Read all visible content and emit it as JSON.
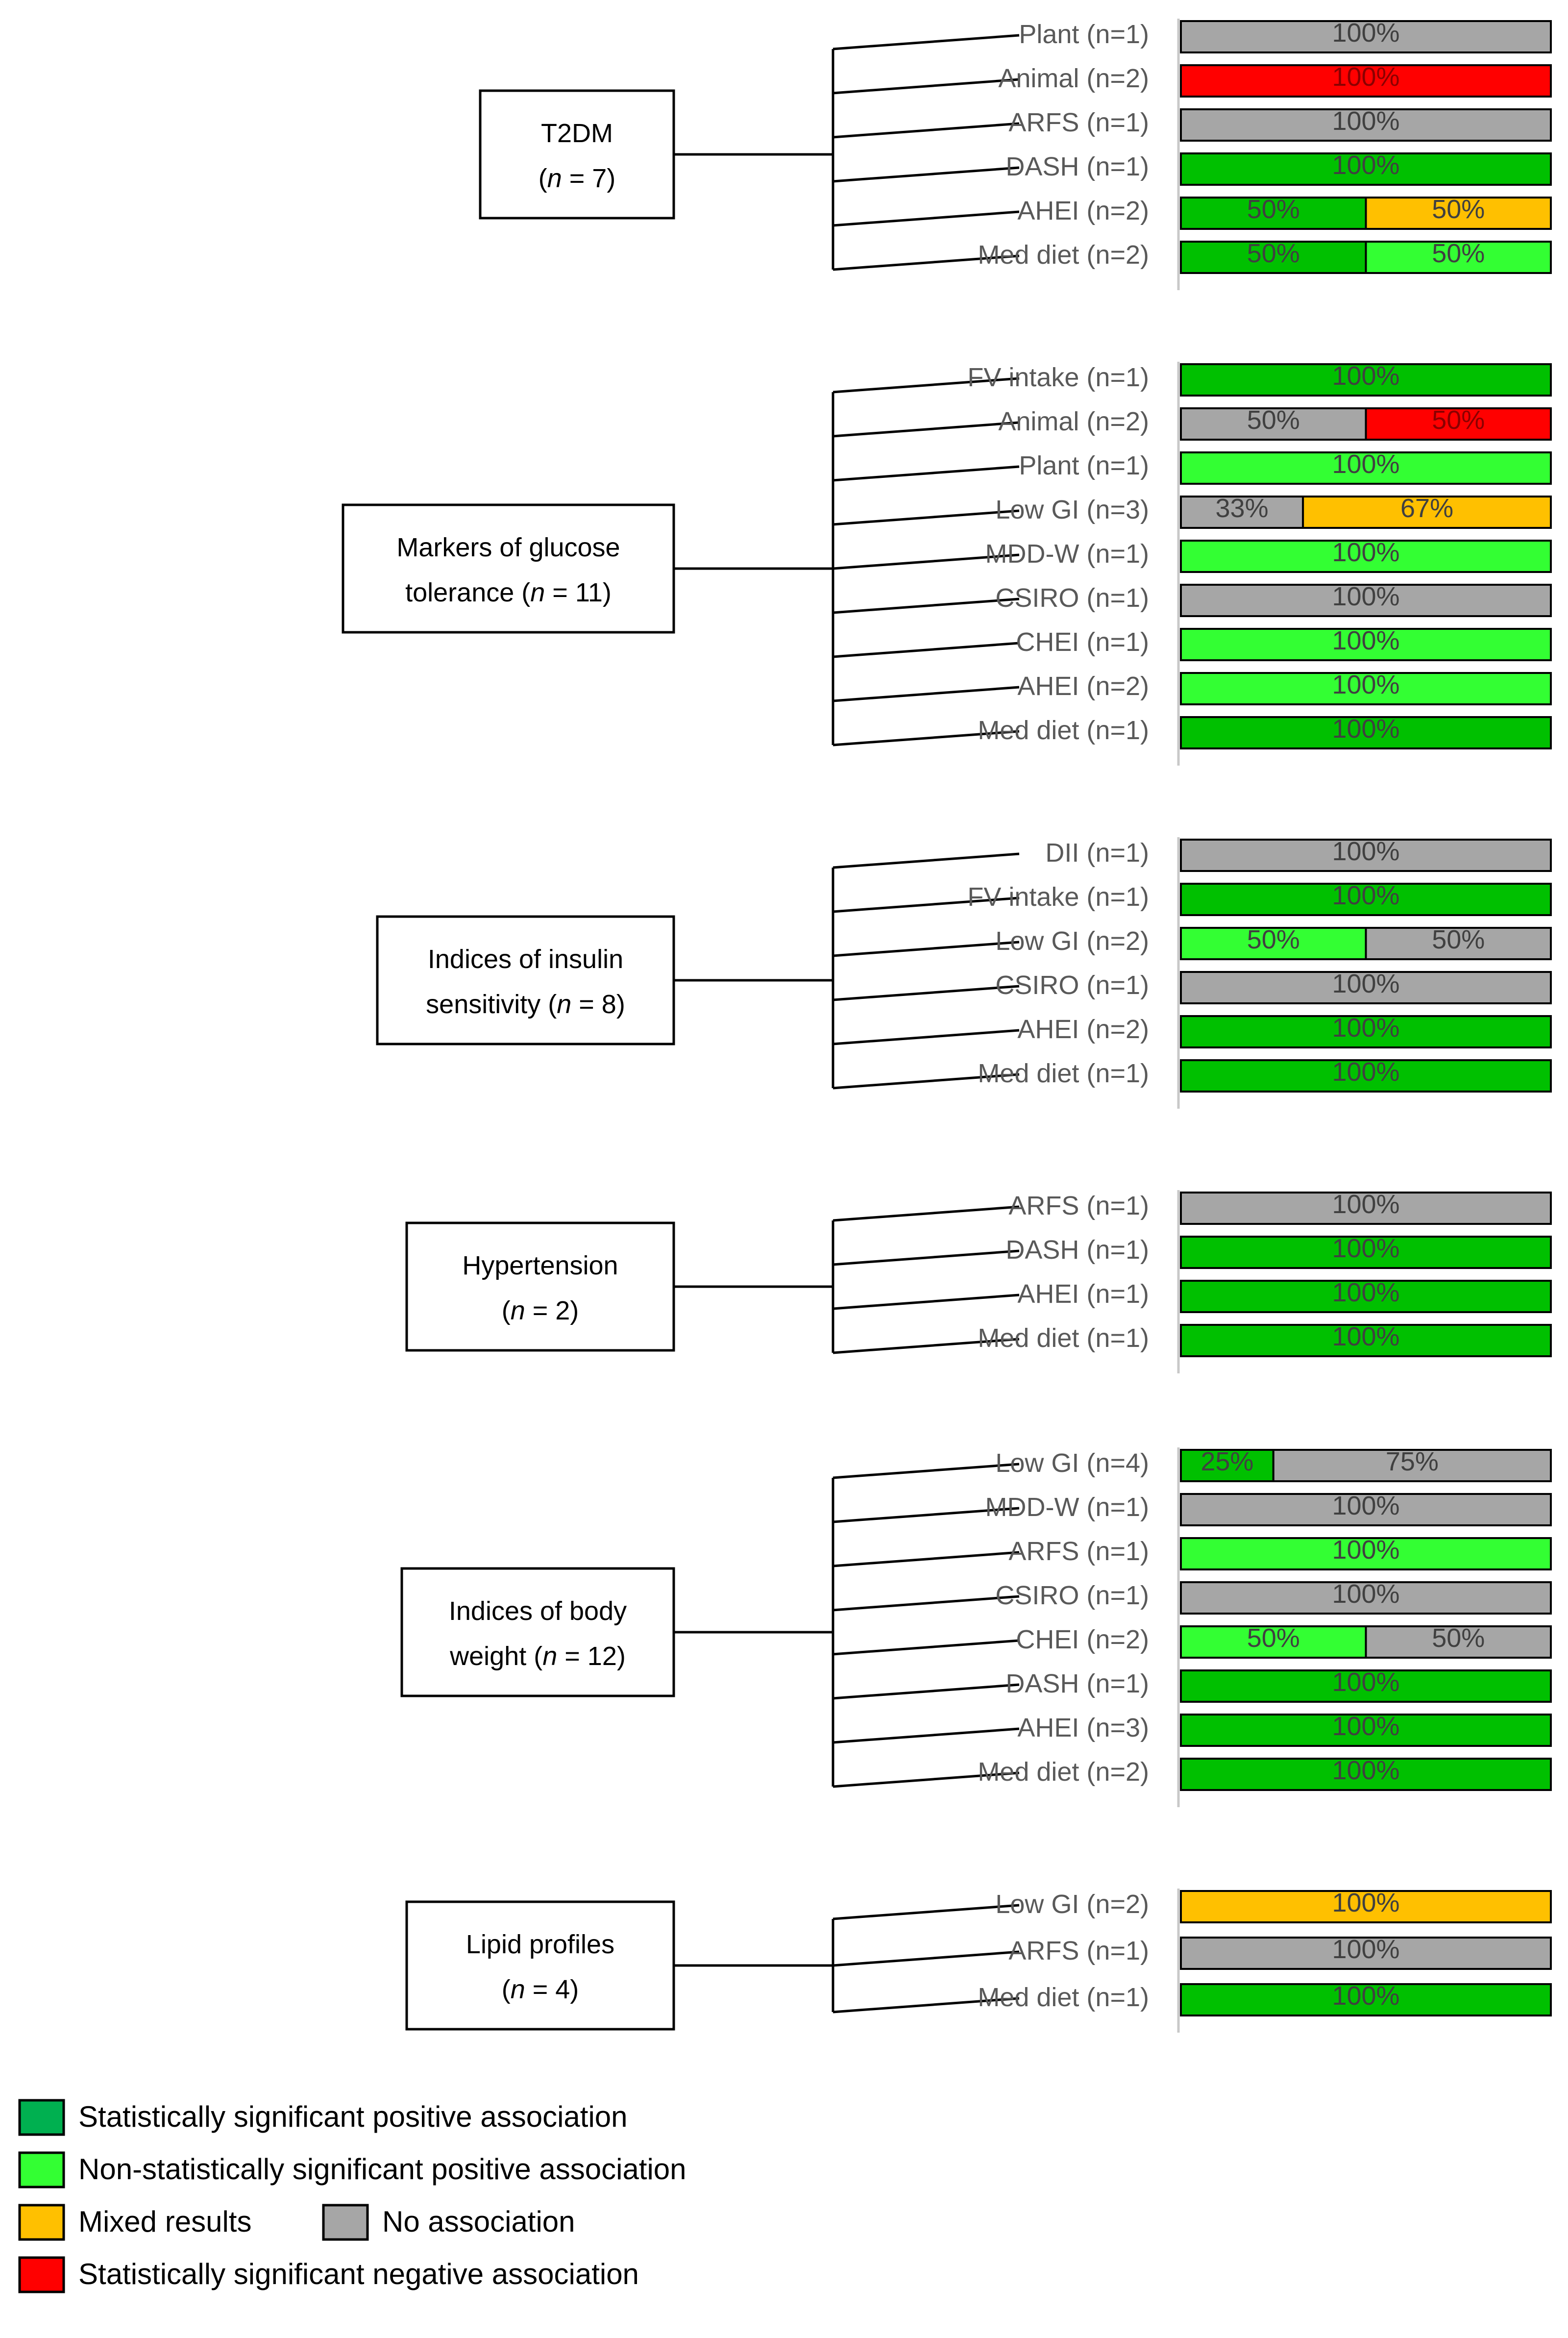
{
  "colors": {
    "sig_pos": "#00c000",
    "nonsig_pos": "#33ff33",
    "mixed": "#ffc000",
    "none": "#a6a6a6",
    "sig_neg": "#ff0000",
    "legend_sig_pos": "#00b050"
  },
  "groups": [
    {
      "label_lines": [
        "T2DM",
        "(n = 7)"
      ],
      "rows": [
        {
          "label": "Plant (n=1)",
          "segments": [
            {
              "v": "100%",
              "c": "none"
            }
          ]
        },
        {
          "label": "Animal (n=2)",
          "segments": [
            {
              "v": "100%",
              "c": "sig_neg"
            }
          ]
        },
        {
          "label": "ARFS (n=1)",
          "segments": [
            {
              "v": "100%",
              "c": "none"
            }
          ]
        },
        {
          "label": "DASH (n=1)",
          "segments": [
            {
              "v": "100%",
              "c": "sig_pos"
            }
          ]
        },
        {
          "label": "AHEI (n=2)",
          "segments": [
            {
              "v": "50%",
              "c": "sig_pos"
            },
            {
              "v": "50%",
              "c": "mixed"
            }
          ]
        },
        {
          "label": "Med diet (n=2)",
          "segments": [
            {
              "v": "50%",
              "c": "sig_pos"
            },
            {
              "v": "50%",
              "c": "nonsig_pos"
            }
          ]
        }
      ]
    },
    {
      "label_lines": [
        "Markers of glucose",
        "tolerance (n = 11)"
      ],
      "rows": [
        {
          "label": "FV intake (n=1)",
          "segments": [
            {
              "v": "100%",
              "c": "sig_pos"
            }
          ]
        },
        {
          "label": "Animal (n=2)",
          "segments": [
            {
              "v": "50%",
              "c": "none"
            },
            {
              "v": "50%",
              "c": "sig_neg"
            }
          ]
        },
        {
          "label": "Plant (n=1)",
          "segments": [
            {
              "v": "100%",
              "c": "nonsig_pos"
            }
          ]
        },
        {
          "label": "Low GI (n=3)",
          "segments": [
            {
              "v": "33%",
              "c": "none"
            },
            {
              "v": "67%",
              "c": "mixed"
            }
          ]
        },
        {
          "label": "MDD-W (n=1)",
          "segments": [
            {
              "v": "100%",
              "c": "nonsig_pos"
            }
          ]
        },
        {
          "label": "CSIRO (n=1)",
          "segments": [
            {
              "v": "100%",
              "c": "none"
            }
          ]
        },
        {
          "label": "CHEI (n=1)",
          "segments": [
            {
              "v": "100%",
              "c": "nonsig_pos"
            }
          ]
        },
        {
          "label": "AHEI (n=2)",
          "segments": [
            {
              "v": "100%",
              "c": "nonsig_pos"
            }
          ]
        },
        {
          "label": "Med diet (n=1)",
          "segments": [
            {
              "v": "100%",
              "c": "sig_pos"
            }
          ]
        }
      ]
    },
    {
      "label_lines": [
        "Indices of insulin",
        "sensitivity (n = 8)"
      ],
      "rows": [
        {
          "label": "DII (n=1)",
          "segments": [
            {
              "v": "100%",
              "c": "none"
            }
          ]
        },
        {
          "label": "FV intake (n=1)",
          "segments": [
            {
              "v": "100%",
              "c": "sig_pos"
            }
          ]
        },
        {
          "label": "Low GI (n=2)",
          "segments": [
            {
              "v": "50%",
              "c": "nonsig_pos"
            },
            {
              "v": "50%",
              "c": "none"
            }
          ]
        },
        {
          "label": "CSIRO (n=1)",
          "segments": [
            {
              "v": "100%",
              "c": "none"
            }
          ]
        },
        {
          "label": "AHEI (n=2)",
          "segments": [
            {
              "v": "100%",
              "c": "sig_pos"
            }
          ]
        },
        {
          "label": "Med diet (n=1)",
          "segments": [
            {
              "v": "100%",
              "c": "sig_pos"
            }
          ]
        }
      ]
    },
    {
      "label_lines": [
        "Hypertension",
        "(n = 2)"
      ],
      "rows": [
        {
          "label": "ARFS (n=1)",
          "segments": [
            {
              "v": "100%",
              "c": "none"
            }
          ]
        },
        {
          "label": "DASH (n=1)",
          "segments": [
            {
              "v": "100%",
              "c": "sig_pos"
            }
          ]
        },
        {
          "label": "AHEI (n=1)",
          "segments": [
            {
              "v": "100%",
              "c": "sig_pos"
            }
          ]
        },
        {
          "label": "Med diet (n=1)",
          "segments": [
            {
              "v": "100%",
              "c": "sig_pos"
            }
          ]
        }
      ]
    },
    {
      "label_lines": [
        "Indices of body",
        "weight (n = 12)"
      ],
      "rows": [
        {
          "label": "Low GI (n=4)",
          "segments": [
            {
              "v": "25%",
              "c": "sig_pos"
            },
            {
              "v": "75%",
              "c": "none"
            }
          ]
        },
        {
          "label": "MDD-W (n=1)",
          "segments": [
            {
              "v": "100%",
              "c": "none"
            }
          ]
        },
        {
          "label": "ARFS (n=1)",
          "segments": [
            {
              "v": "100%",
              "c": "nonsig_pos"
            }
          ]
        },
        {
          "label": "CSIRO (n=1)",
          "segments": [
            {
              "v": "100%",
              "c": "none"
            }
          ]
        },
        {
          "label": "CHEI (n=2)",
          "segments": [
            {
              "v": "50%",
              "c": "nonsig_pos"
            },
            {
              "v": "50%",
              "c": "none"
            }
          ]
        },
        {
          "label": "DASH (n=1)",
          "segments": [
            {
              "v": "100%",
              "c": "sig_pos"
            }
          ]
        },
        {
          "label": "AHEI (n=3)",
          "segments": [
            {
              "v": "100%",
              "c": "sig_pos"
            }
          ]
        },
        {
          "label": "Med diet (n=2)",
          "segments": [
            {
              "v": "100%",
              "c": "sig_pos"
            }
          ]
        }
      ]
    },
    {
      "label_lines": [
        "Lipid profiles",
        "(n = 4)"
      ],
      "rows": [
        {
          "label": "Low GI (n=2)",
          "segments": [
            {
              "v": "100%",
              "c": "mixed"
            }
          ]
        },
        {
          "label": "ARFS (n=1)",
          "segments": [
            {
              "v": "100%",
              "c": "none"
            }
          ]
        },
        {
          "label": "Med diet (n=1)",
          "segments": [
            {
              "v": "100%",
              "c": "sig_pos"
            }
          ]
        }
      ]
    }
  ],
  "legend": [
    {
      "label": "Statistically significant positive association",
      "c": "legend_sig_pos"
    },
    {
      "label": "Non-statistically significant positive association",
      "c": "nonsig_pos"
    },
    {
      "label": "Mixed results",
      "c": "mixed"
    },
    {
      "label": "No association",
      "c": "none"
    },
    {
      "label": "Statistically significant negative association",
      "c": "sig_neg"
    }
  ]
}
